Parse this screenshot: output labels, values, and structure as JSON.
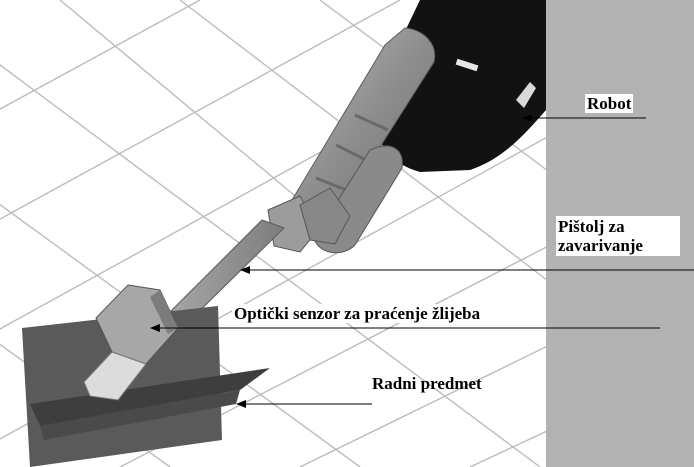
{
  "labels": {
    "robot": "Robot",
    "gun_line1": "Pištolj za",
    "gun_line2": "zavarivanje",
    "sensor": "Optički senzor za praćenje žlijeba",
    "workpiece": "Radni predmet"
  },
  "colors": {
    "floor": "#ffffff",
    "grid": "#bdbdbd",
    "wall": "#b3b3b3",
    "robot_body": "#111111",
    "torch": "#9a9a9a",
    "workpiece": "#595959"
  }
}
